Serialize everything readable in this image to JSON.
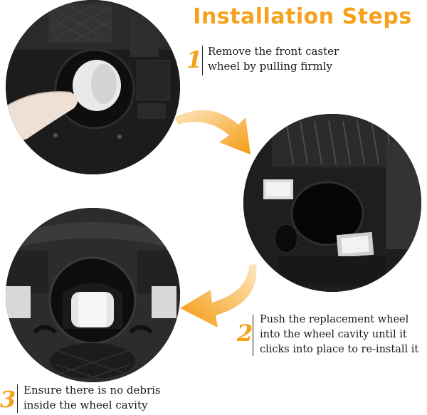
{
  "page": {
    "title": "Installation Steps",
    "accent_color": "#f5a21a"
  },
  "steps": [
    {
      "number": "1",
      "lines": [
        "Remove the front caster",
        "wheel by pulling firmly"
      ]
    },
    {
      "number": "2",
      "lines": [
        "Push the replacement wheel",
        "into the wheel cavity until it",
        "clicks into place to re-install it"
      ]
    },
    {
      "number": "3",
      "lines": [
        "Ensure there is no debris",
        "inside the wheel cavity"
      ]
    }
  ],
  "icons": {
    "arrow1": "curved-arrow-right-down-icon",
    "arrow2": "curved-arrow-left-down-icon"
  }
}
